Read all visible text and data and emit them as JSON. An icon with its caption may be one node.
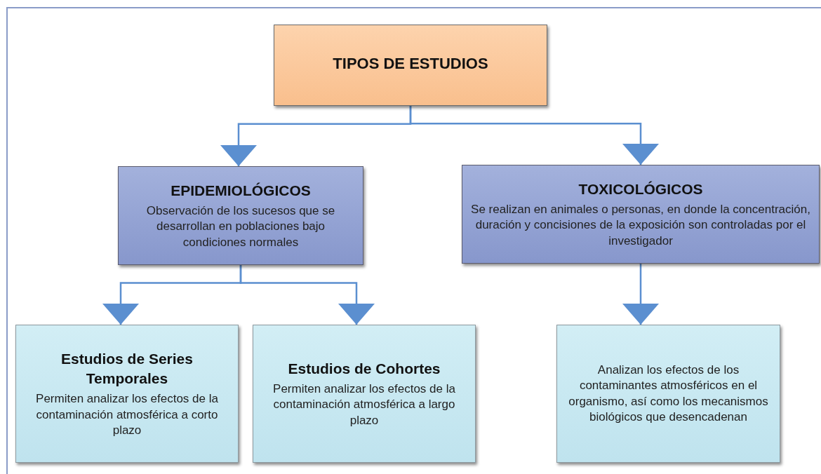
{
  "diagram": {
    "nodes": [
      {
        "text": [
          "TIPOS DE ESTUDIOS"
        ]
      },
      {
        "text": [
          "EPIDEMIOLÓGICOS",
          "Observación de los sucesos que se desarrollan en poblaciones bajo condiciones normales"
        ]
      },
      {
        "text": [
          "TOXICOLÓGICOS",
          "Se realizan en animales o personas, en donde la concentración, duración y concisiones de la exposición son controladas por el investigador"
        ]
      },
      {
        "text": [
          "Estudios de Series Temporales",
          "Permiten analizar los efectos de la contaminación atmosférica a corto plazo"
        ]
      },
      {
        "text": [
          "Estudios de Cohortes",
          "Permiten analizar los efectos de la contaminación atmosférica a largo plazo"
        ]
      },
      {
        "text": [
          "Analizan los efectos de los contaminantes atmosféricos en el organismo, así como los mecanismos biológicos que desencadenan"
        ]
      }
    ],
    "edges": [
      {
        "from": 0,
        "to": 1,
        "arrow": "to"
      },
      {
        "from": 0,
        "to": 2,
        "arrow": "to"
      },
      {
        "from": 1,
        "to": 3,
        "arrow": "to"
      },
      {
        "from": 1,
        "to": 4,
        "arrow": "to"
      },
      {
        "from": 2,
        "to": 5,
        "arrow": "to"
      }
    ]
  }
}
